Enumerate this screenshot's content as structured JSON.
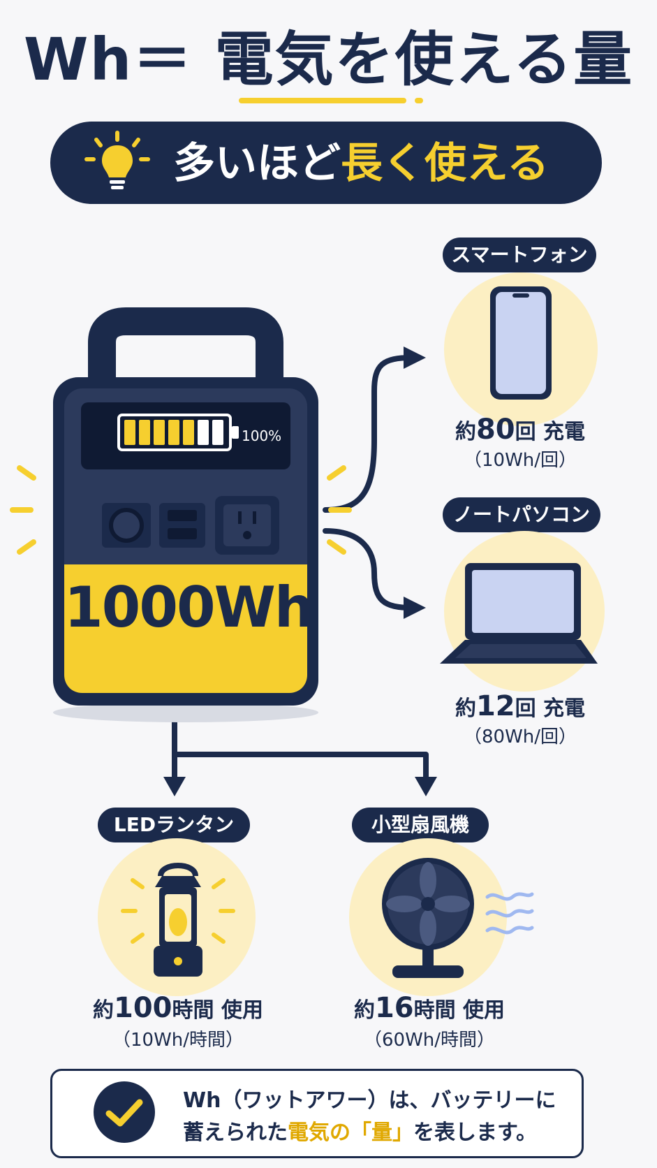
{
  "header": {
    "title": "Wh＝ 電気を使える量",
    "banner_prefix": "多いほど",
    "banner_highlight": "長く使える"
  },
  "station": {
    "capacity": "1000Wh",
    "battery_percent_text": "100%",
    "battery_level": 1.0
  },
  "devices": {
    "smartphone": {
      "name": "スマートフォン",
      "prefix": "約",
      "number": "80",
      "unit": "回 充電",
      "per": "（10Wh/回）"
    },
    "laptop": {
      "name": "ノートパソコン",
      "prefix": "約",
      "number": "12",
      "unit": "回 充電",
      "per": "（80Wh/回）"
    },
    "lantern": {
      "name": "LEDランタン",
      "prefix": "約",
      "number": "100",
      "unit": "時間 使用",
      "per": "（10Wh/時間）"
    },
    "fan": {
      "name": "小型扇風機",
      "prefix": "約",
      "number": "16",
      "unit": "時間 使用",
      "per": "（60Wh/時間）"
    }
  },
  "note": {
    "line1": "Wh（ワットアワー）は、バッテリーに",
    "line2_prefix": "蓄えられた",
    "line2_highlight": "電気の「量」",
    "line2_suffix": "を表します。"
  },
  "colors": {
    "navy": "#1b2a4b",
    "yellow": "#f6cf2f",
    "cream": "#fcefc3",
    "screen": "#c9d3f2",
    "wind": "#9fb8f0"
  },
  "icons": [
    "lightbulb-icon",
    "battery-icon",
    "smartphone-icon",
    "laptop-icon",
    "lantern-icon",
    "fan-icon",
    "check-icon"
  ]
}
